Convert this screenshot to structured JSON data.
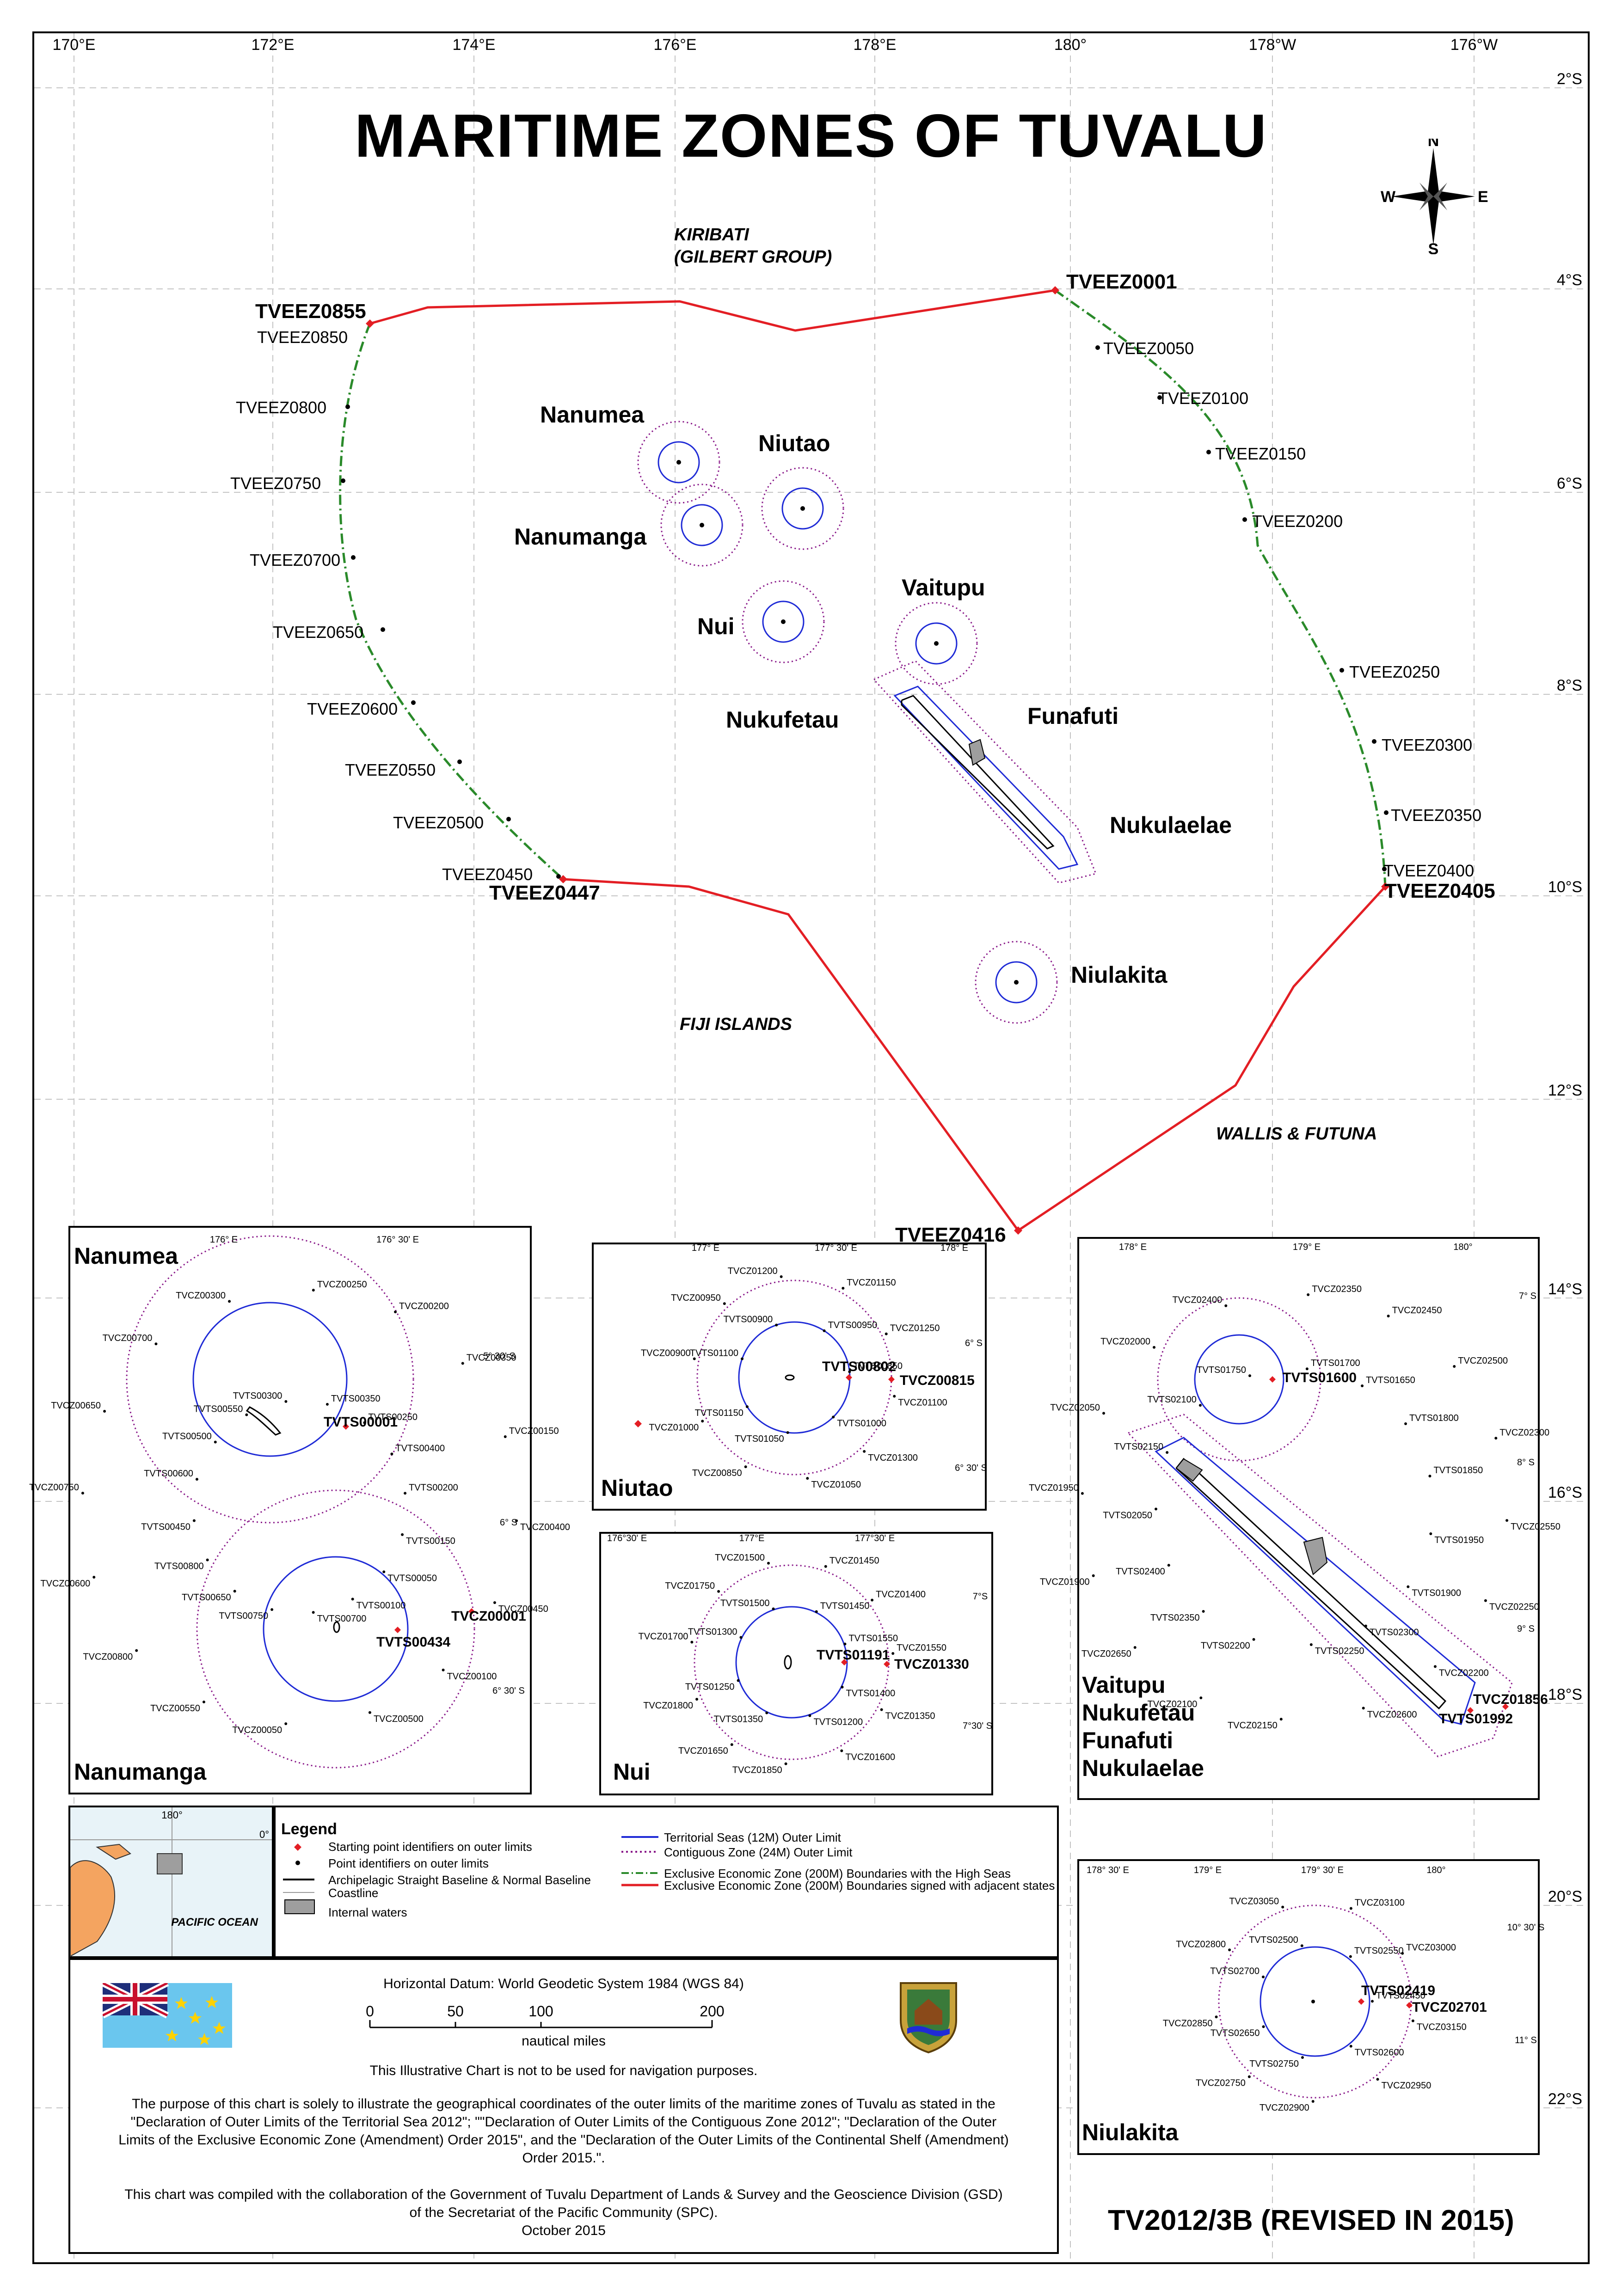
{
  "title": "MARITIME ZONES OF TUVALU",
  "map": {
    "lon_ticks": [
      "170°E",
      "172°E",
      "174°E",
      "176°E",
      "178°E",
      "180°",
      "178°W",
      "176°W"
    ],
    "lat_ticks": [
      "2°S",
      "4°S",
      "6°S",
      "8°S",
      "10°S",
      "12°S",
      "14°S",
      "16°S",
      "18°S",
      "20°S",
      "22°S"
    ],
    "regions": {
      "kiribati_1": "KIRIBATI",
      "kiribati_2": "(GILBERT GROUP)",
      "fiji": "FIJI ISLANDS",
      "wallis": "WALLIS & FUTUNA"
    },
    "compass": {
      "n": "N",
      "s": "S",
      "e": "E",
      "w": "W"
    },
    "islands": [
      "Nanumea",
      "Niutao",
      "Nanumanga",
      "Nui",
      "Vaitupu",
      "Funafuti",
      "Nukufetau",
      "Nukulaelae",
      "Niulakita"
    ],
    "eez_start_points": [
      "TVEEZ0001",
      "TVEEZ0855",
      "TVEEZ0447",
      "TVEEZ0405",
      "TVEEZ0416"
    ],
    "eez_points": [
      "TVEEZ0050",
      "TVEEZ0100",
      "TVEEZ0150",
      "TVEEZ0200",
      "TVEEZ0250",
      "TVEEZ0300",
      "TVEEZ0350",
      "TVEEZ0400",
      "TVEEZ0850",
      "TVEEZ0800",
      "TVEEZ0750",
      "TVEEZ0700",
      "TVEEZ0650",
      "TVEEZ0600",
      "TVEEZ0550",
      "TVEEZ0500",
      "TVEEZ0450"
    ]
  },
  "insets": {
    "nanumea": {
      "label_top": "Nanumea",
      "label_bottom": "Nanumanga",
      "ticks": [
        "176° E",
        "176° 30' E",
        "5° 30' S",
        "6° S",
        "6° 30' S"
      ],
      "bold": [
        "TVTS00001",
        "TVTS00434",
        "TVCZ00001"
      ],
      "points": [
        "TVCZ00300",
        "TVCZ00250",
        "TVCZ00200",
        "TVCZ00350",
        "TVCZ00150",
        "TVCZ00400",
        "TVCZ00450",
        "TVCZ00100",
        "TVCZ00500",
        "TVCZ00050",
        "TVCZ00550",
        "TVCZ00800",
        "TVCZ00600",
        "TVCZ00750",
        "TVCZ00650",
        "TVCZ00700",
        "TVTS00300",
        "TVTS00350",
        "TVTS00250",
        "TVTS00400",
        "TVTS00200",
        "TVTS00150",
        "TVTS00050",
        "TVTS00100",
        "TVTS00700",
        "TVTS00750",
        "TVTS00650",
        "TVTS00800",
        "TVTS00450",
        "TVTS00600",
        "TVTS00500",
        "TVTS00550"
      ]
    },
    "niutao": {
      "label": "Niutao",
      "ticks": [
        "177° E",
        "177° 30' E",
        "178° E",
        "6° S",
        "6° 30' S"
      ],
      "bold": [
        "TVTS00802",
        "TVCZ00815"
      ],
      "points": [
        "TVCZ01200",
        "TVCZ01150",
        "TVCZ01250",
        "TVCZ01100",
        "TVCZ01300",
        "TVCZ01050",
        "TVCZ00850",
        "TVCZ01000",
        "TVCZ00900",
        "TVCZ00950",
        "TVTS00900",
        "TVTS00950",
        "TVTS00850",
        "TVTS01000",
        "TVTS01050",
        "TVTS01150",
        "TVTS01100"
      ]
    },
    "nui": {
      "label": "Nui",
      "ticks": [
        "176°30' E",
        "177°E",
        "177°30' E",
        "7°S",
        "7°30' S"
      ],
      "bold": [
        "TVTS01191",
        "TVCZ01330"
      ],
      "points": [
        "TVCZ01500",
        "TVCZ01450",
        "TVCZ01400",
        "TVCZ01550",
        "TVCZ01350",
        "TVCZ01600",
        "TVCZ01850",
        "TVCZ01650",
        "TVCZ01800",
        "TVCZ01700",
        "TVCZ01750",
        "TVTS01500",
        "TVTS01450",
        "TVTS01550",
        "TVTS01400",
        "TVTS01200",
        "TVTS01350",
        "TVTS01250",
        "TVTS01300"
      ]
    },
    "vaitupu": {
      "labels": [
        "Vaitupu",
        "Nukufetau",
        "Funafuti",
        "Nukulaelae"
      ],
      "ticks": [
        "178° E",
        "179° E",
        "180°",
        "7° S",
        "8° S",
        "9° S"
      ],
      "bold": [
        "TVTS01600",
        "TVCZ01856",
        "TVTS01992"
      ],
      "points": [
        "TVCZ02400",
        "TVCZ02350",
        "TVCZ02450",
        "TVCZ02500",
        "TVCZ02300",
        "TVCZ02550",
        "TVCZ02250",
        "TVCZ02200",
        "TVCZ02600",
        "TVCZ02150",
        "TVCZ02100",
        "TVCZ02650",
        "TVCZ01900",
        "TVCZ01950",
        "TVCZ02050",
        "TVCZ02000",
        "TVTS01750",
        "TVTS01700",
        "TVTS01650",
        "TVTS01800",
        "TVTS01850",
        "TVTS01950",
        "TVTS01900",
        "TVTS02300",
        "TVTS02250",
        "TVTS02200",
        "TVTS02350",
        "TVTS02400",
        "TVTS02050",
        "TVTS02150",
        "TVTS02100"
      ]
    },
    "niulakita": {
      "label": "Niulakita",
      "ticks": [
        "178° 30' E",
        "179° E",
        "179° 30' E",
        "180°",
        "10° 30' S",
        "11° S"
      ],
      "bold": [
        "TVTS02419",
        "TVCZ02701"
      ],
      "points": [
        "TVCZ03050",
        "TVCZ03100",
        "TVCZ03000",
        "TVCZ03150",
        "TVCZ02950",
        "TVCZ02900",
        "TVCZ02750",
        "TVCZ02850",
        "TVCZ02800",
        "TVTS02500",
        "TVTS02550",
        "TVTS02450",
        "TVTS02600",
        "TVTS02750",
        "TVTS02650",
        "TVTS02700"
      ]
    }
  },
  "locator": {
    "tick_lon": "180°",
    "tick_lat": "0°",
    "ocean": "PACIFIC OCEAN"
  },
  "legend": {
    "title": "Legend",
    "items": [
      "Starting point identifiers on outer limits",
      "Point identifiers on outer limits",
      "Archipelagic Straight Baseline & Normal Baseline",
      "Coastline",
      "Internal waters",
      "Territorial Seas (12M) Outer Limit",
      "Contiguous Zone (24M) Outer Limit",
      "Exclusive Economic Zone (200M) Boundaries with the High Seas",
      "Exclusive Economic Zone (200M) Boundaries signed with adjacent states"
    ]
  },
  "info": {
    "datum": "Horizontal Datum: World Geodetic System 1984 (WGS 84)",
    "scale_ticks": [
      "0",
      "50",
      "100",
      "200"
    ],
    "scale_unit": "nautical miles",
    "warning": "This Illustrative Chart is not to be used for navigation purposes.",
    "purpose_1": "The purpose of this chart is solely to illustrate the geographical coordinates of the outer limits of the maritime zones of Tuvalu as stated in the",
    "purpose_2": "\"Declaration of Outer Limits of the Territorial Sea 2012\"; \"\"Declaration of Outer Limits of the Contiguous Zone 2012\"; \"Declaration of the Outer",
    "purpose_3": "Limits of the Exclusive Economic Zone (Amendment) Order 2015\", and the \"Declaration of the Outer Limits of the Continental Shelf (Amendment)",
    "purpose_4": "Order 2015.\".",
    "compiled_1": "This chart was  compiled with the collaboration of the Government of Tuvalu Department of Lands & Survey and the Geoscience Division (GSD)",
    "compiled_2": "of the Secretariat of the Pacific Community (SPC).",
    "date": "October 2015"
  },
  "chart_id": "TV2012/3B (REVISED IN 2015)",
  "colors": {
    "eez_signed": "#e31e24",
    "eez_high_seas": "#2a8a2a",
    "territorial": "#1f2bd6",
    "contiguous": "#8a1a8a",
    "grid": "#c4c4c4"
  }
}
